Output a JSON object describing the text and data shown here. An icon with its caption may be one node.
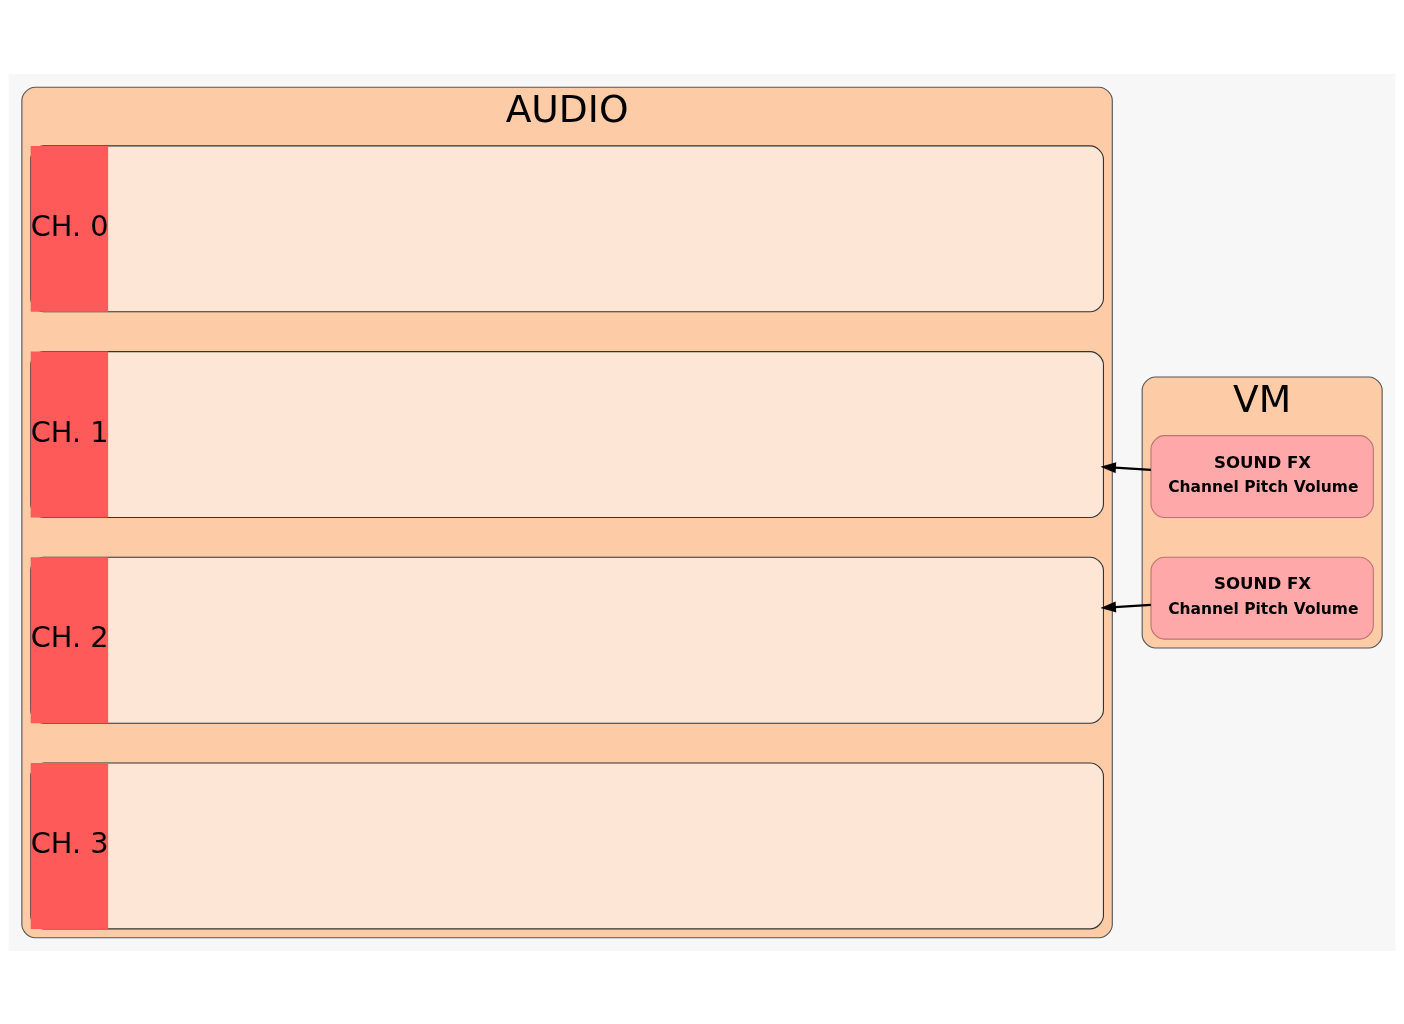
{
  "diagram": {
    "nodes": [
      {
        "text": [
          "AUDIO"
        ]
      },
      {
        "text": [
          "CH. 0"
        ],
        "in": 0
      },
      {
        "text": [
          "CH. 1"
        ],
        "in": 0
      },
      {
        "text": [
          "CH. 2"
        ],
        "in": 0
      },
      {
        "text": [
          "CH. 3"
        ],
        "in": 0
      },
      {
        "text": [
          "VM"
        ]
      },
      {
        "text": [
          "SOUND FX",
          "Channel Pitch Volume"
        ],
        "in": 5
      },
      {
        "text": [
          "SOUND FX",
          "Channel Pitch Volume"
        ],
        "in": 5
      }
    ],
    "edges": [
      {
        "from": 6,
        "to": 2,
        "arrow": "to"
      },
      {
        "from": 7,
        "to": 3,
        "arrow": "to"
      }
    ]
  }
}
